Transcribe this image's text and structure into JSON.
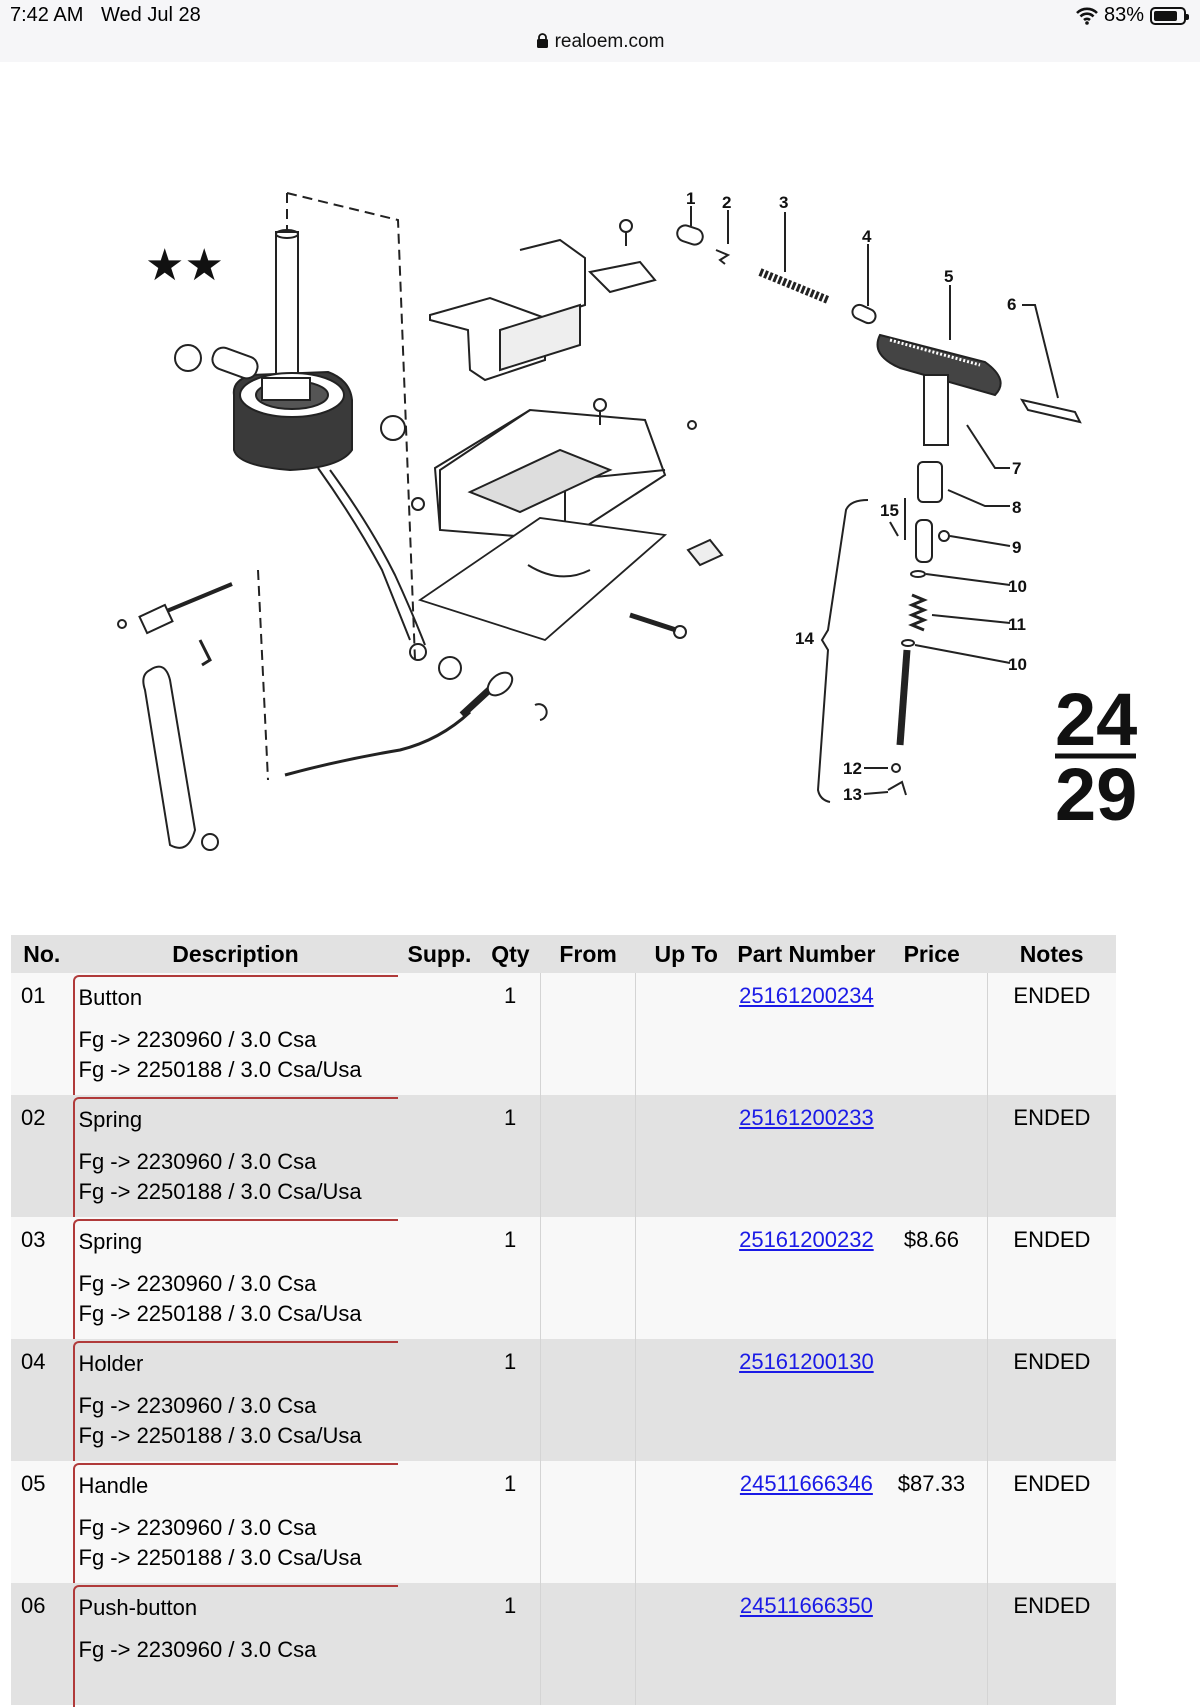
{
  "statusbar": {
    "time": "7:42 AM",
    "date": "Wed Jul 28",
    "url": "realoem.com",
    "battery_text": "83%",
    "battery_level": 0.83
  },
  "diagram": {
    "stars": "★★",
    "page_top": "24",
    "page_bottom": "29",
    "callouts": [
      "1",
      "2",
      "3",
      "4",
      "5",
      "6",
      "7",
      "8",
      "9",
      "10",
      "11",
      "10",
      "12",
      "13",
      "14",
      "15"
    ]
  },
  "table": {
    "headers": [
      "No.",
      "Description",
      "Supp.",
      "Qty",
      "From",
      "Up To",
      "Part Number",
      "Price",
      "Notes"
    ],
    "rows": [
      {
        "no": "01",
        "desc": "Button",
        "note1": "Fg -> 2230960 / 3.0 Csa",
        "note2": "Fg -> 2250188 / 3.0 Csa/Usa",
        "supp": "",
        "qty": "1",
        "from": "",
        "upto": "",
        "part": "25161200234",
        "price": "",
        "notes": "ENDED"
      },
      {
        "no": "02",
        "desc": "Spring",
        "note1": "Fg -> 2230960 / 3.0 Csa",
        "note2": "Fg -> 2250188 / 3.0 Csa/Usa",
        "supp": "",
        "qty": "1",
        "from": "",
        "upto": "",
        "part": "25161200233",
        "price": "",
        "notes": "ENDED"
      },
      {
        "no": "03",
        "desc": "Spring",
        "note1": "Fg -> 2230960 / 3.0 Csa",
        "note2": "Fg -> 2250188 / 3.0 Csa/Usa",
        "supp": "",
        "qty": "1",
        "from": "",
        "upto": "",
        "part": "25161200232",
        "price": "$8.66",
        "notes": "ENDED"
      },
      {
        "no": "04",
        "desc": "Holder",
        "note1": "Fg -> 2230960 / 3.0 Csa",
        "note2": "Fg -> 2250188 / 3.0 Csa/Usa",
        "supp": "",
        "qty": "1",
        "from": "",
        "upto": "",
        "part": "25161200130",
        "price": "",
        "notes": "ENDED"
      },
      {
        "no": "05",
        "desc": "Handle",
        "note1": "Fg -> 2230960 / 3.0 Csa",
        "note2": "Fg -> 2250188 / 3.0 Csa/Usa",
        "supp": "",
        "qty": "1",
        "from": "",
        "upto": "",
        "part": "24511666346",
        "price": "$87.33",
        "notes": "ENDED"
      },
      {
        "no": "06",
        "desc": "Push-button",
        "note1": "Fg -> 2230960 / 3.0 Csa",
        "note2": "",
        "supp": "",
        "qty": "1",
        "from": "",
        "upto": "",
        "part": "24511666350",
        "price": "",
        "notes": "ENDED"
      }
    ]
  }
}
